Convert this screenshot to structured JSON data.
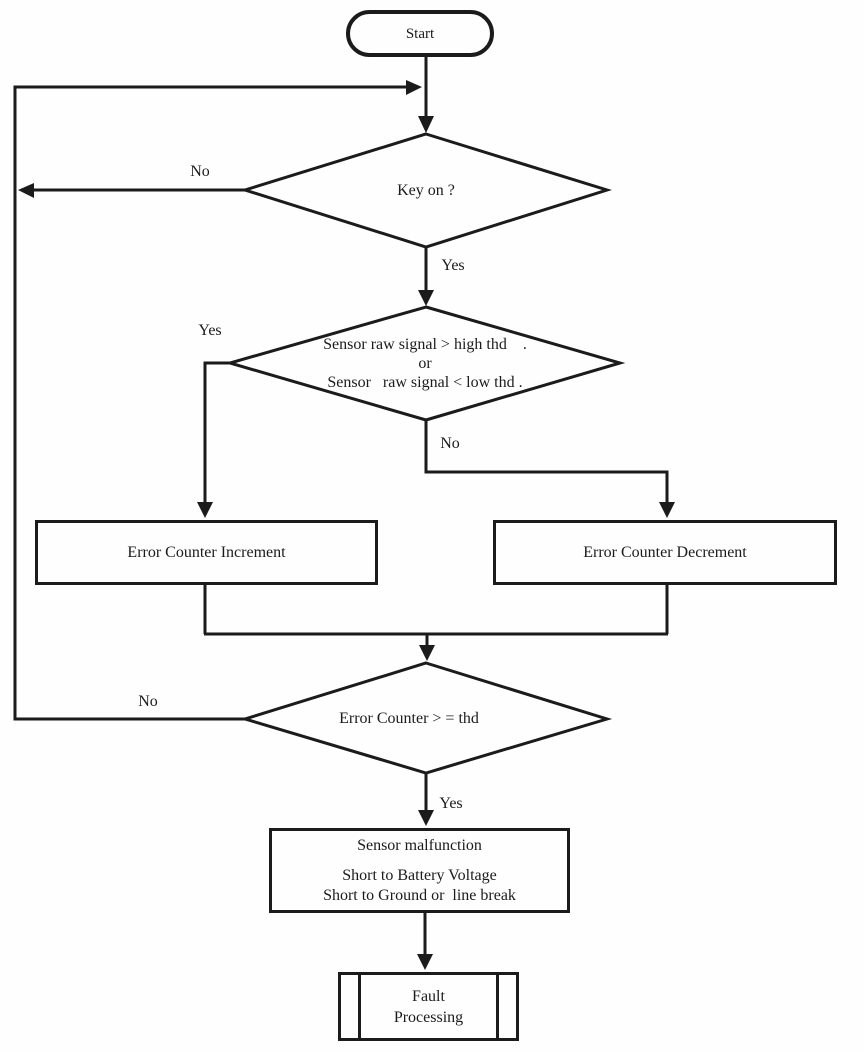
{
  "diagram": {
    "colors": {
      "ink": "#1b1b1b",
      "background": "#fefefe"
    },
    "nodes": {
      "start": {
        "type": "terminator",
        "label": "Start"
      },
      "key_on": {
        "type": "decision",
        "label": "Key on ?"
      },
      "signal_check": {
        "type": "decision",
        "line1": "Sensor raw signal > high thd    .",
        "line2": "or",
        "line3": "Sensor   raw signal < low thd ."
      },
      "increment": {
        "type": "process",
        "label": "Error Counter Increment"
      },
      "decrement": {
        "type": "process",
        "label": "Error Counter Decrement"
      },
      "counter_check": {
        "type": "decision",
        "label": "Error Counter > = thd"
      },
      "malfunction": {
        "type": "process",
        "line1": "Sensor malfunction",
        "line2": "Short to Battery Voltage",
        "line3": "Short to Ground or  line break"
      },
      "fault": {
        "type": "predefined-process",
        "line1": "Fault",
        "line2": "Processing"
      }
    },
    "edge_labels": {
      "key_on_no": "No",
      "key_on_yes": "Yes",
      "signal_yes": "Yes",
      "signal_no": "No",
      "counter_no": "No",
      "counter_yes": "Yes"
    }
  }
}
